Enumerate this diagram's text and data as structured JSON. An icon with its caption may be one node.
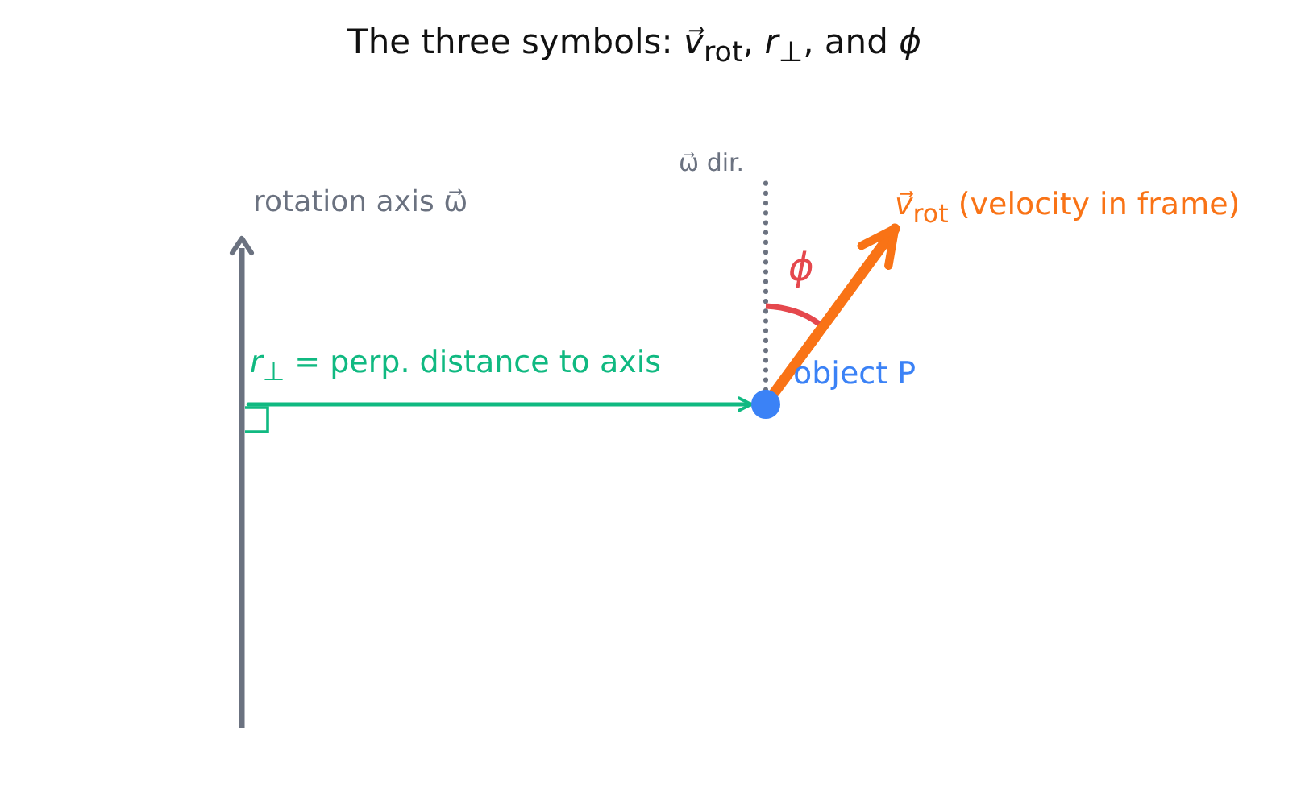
{
  "diagram": {
    "title": "The three symbols: *v⃗*$_{rot}$, *r*$_{⊥}$, and *ϕ*",
    "nodes": [
      {
        "text": [],
        "shape": "bar",
        "beside": [
          "rotation axis  ω⃗"
        ]
      },
      {
        "text": [],
        "shape": "circle",
        "beside": [
          "object P"
        ]
      },
      {
        "text": [
          "*v⃗*$_{rot}$ (velocity in frame)"
        ]
      },
      {
        "text": [
          "ω⃗ dir."
        ]
      }
    ],
    "edges": [
      {
        "from": 0,
        "to": 1,
        "arrow": "to",
        "label": "*r*$_{⊥}$ = perp. distance to axis",
        "color": "#10b981"
      },
      {
        "from": 1,
        "to": 2,
        "arrow": "to",
        "style": "thick",
        "color": "#f97316"
      },
      {
        "from": 1,
        "to": 3,
        "arrow": "none",
        "style": "dashed",
        "color": "#6b7280"
      }
    ],
    "labels": [
      "ϕ"
    ]
  }
}
